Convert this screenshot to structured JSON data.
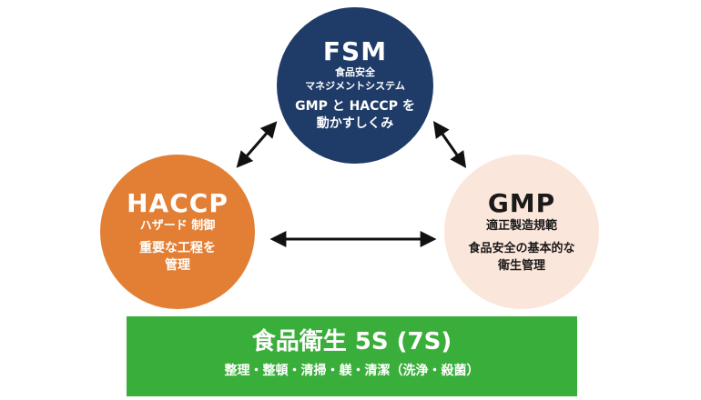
{
  "fsm": {
    "title": "FSM",
    "subtitle_line1": "食品安全",
    "subtitle_line2": "マネジメントシステム",
    "desc_line1": "GMP と HACCP を",
    "desc_line2": "動かすしくみ",
    "color": "#1f3b67"
  },
  "haccp": {
    "title": "HACCP",
    "subtitle": "ハザード 制御",
    "desc_line1": "重要な工程を",
    "desc_line2": "管理",
    "color": "#e27f35"
  },
  "gmp": {
    "title": "GMP",
    "subtitle": "適正製造規範",
    "desc_line1": "食品安全の基本的な",
    "desc_line2": "衛生管理",
    "color": "#fbe6db"
  },
  "foundation": {
    "title": "食品衛生 5S (7S)",
    "subtitle": "整理・整頓・清掃・躾・清潔（洗浄・殺菌）",
    "color": "#3aae3a"
  }
}
